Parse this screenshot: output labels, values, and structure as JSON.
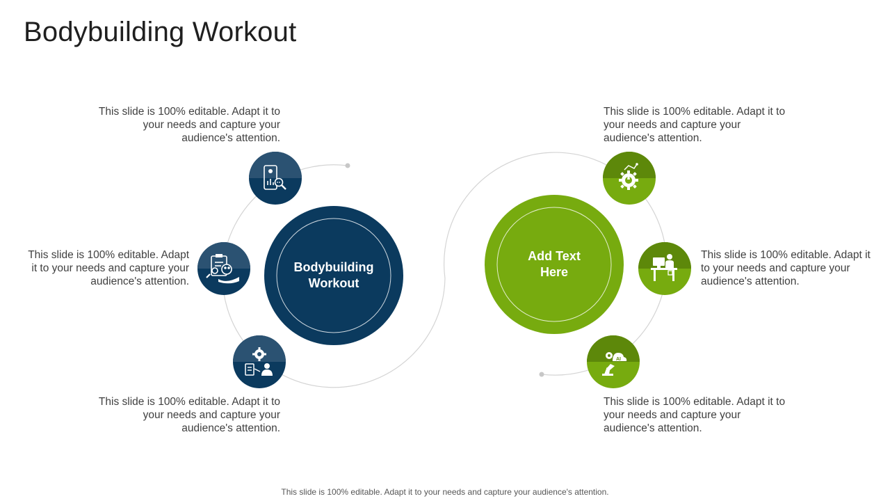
{
  "title": "Bodybuilding Workout",
  "colors": {
    "navy": "#0b3a5e",
    "green": "#77ab0f",
    "line": "#d4d4d4",
    "dot": "#c7c7c7"
  },
  "left_hub": {
    "label": "Bodybuilding Workout"
  },
  "right_hub": {
    "label": "Add Text Here"
  },
  "left_items": [
    {
      "icon": "mobile-analytics-icon",
      "text": "This slide is 100% editable. Adapt it to your needs and capture your audience's attention."
    },
    {
      "icon": "clipboard-team-icon",
      "text": "This slide is 100% editable. Adapt it to your needs and capture your audience's attention."
    },
    {
      "icon": "gear-person-icon",
      "text": "This slide is 100% editable. Adapt it to your needs and capture your audience's attention."
    }
  ],
  "right_items": [
    {
      "icon": "gear-bulb-icon",
      "text": "This slide is 100% editable. Adapt it to your needs and capture your audience's attention."
    },
    {
      "icon": "person-at-desk-icon",
      "text": "This slide is 100% editable. Adapt it to your needs and capture your audience's attention."
    },
    {
      "icon": "ai-robot-arm-icon",
      "text": "This slide is 100% editable. Adapt it to your needs and capture your audience's attention."
    }
  ],
  "footer": "This slide is 100% editable. Adapt it to your needs and capture your audience's attention."
}
